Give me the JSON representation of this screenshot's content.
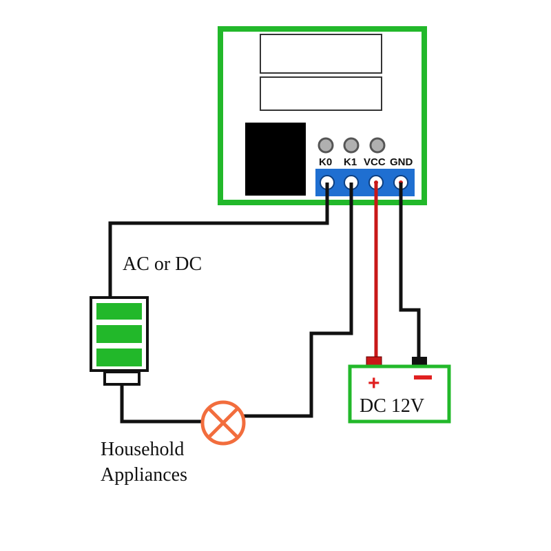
{
  "module": {
    "pins": [
      {
        "label": "K0"
      },
      {
        "label": "K1"
      },
      {
        "label": "VCC"
      },
      {
        "label": "GND"
      }
    ]
  },
  "labels": {
    "supply_type": "AC or DC",
    "appliance_line1": "Household",
    "appliance_line2": "Appliances",
    "dc_supply": "DC 12V",
    "plus": "+",
    "minus": "−"
  },
  "colors": {
    "board_border": "#22b82a",
    "terminal_block": "#1f6fd1",
    "wire": "#111111",
    "positive_wire": "#c81818",
    "battery_fill": "#22b82a",
    "lamp": "#f26d3d",
    "plus_sign": "#e02020",
    "minus_sign": "#e02020"
  }
}
